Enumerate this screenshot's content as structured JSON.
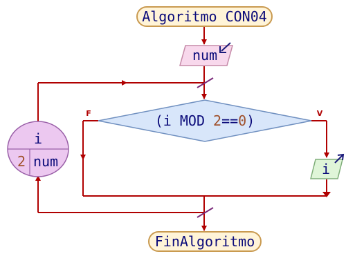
{
  "flowchart": {
    "start_label": "Algoritmo CON04",
    "input_var": "num",
    "condition": {
      "open": "(i MOD ",
      "literal_a": "2",
      "op": "==",
      "literal_b": "0",
      "close": ")",
      "false_label": "F",
      "true_label": "V"
    },
    "output_var": "i",
    "loop": {
      "var": "i",
      "start": "2",
      "end": "num"
    },
    "end_label": "FinAlgoritmo"
  },
  "colors": {
    "line": "#b00000",
    "text": "#0b0b7a",
    "literal": "#a0522d",
    "terminal_fill": "#fff4d8",
    "terminal_stroke": "#c99a50",
    "input_fill": "#f8d8ec",
    "input_stroke": "#c58aa8",
    "decision_fill": "#d8e6fa",
    "decision_stroke": "#7090c0",
    "output_fill": "#dff5d8",
    "output_stroke": "#7fae7a",
    "loop_fill": "#ecc8f0",
    "loop_stroke": "#9a60a8",
    "io_arrow": "#1a1a7a"
  }
}
